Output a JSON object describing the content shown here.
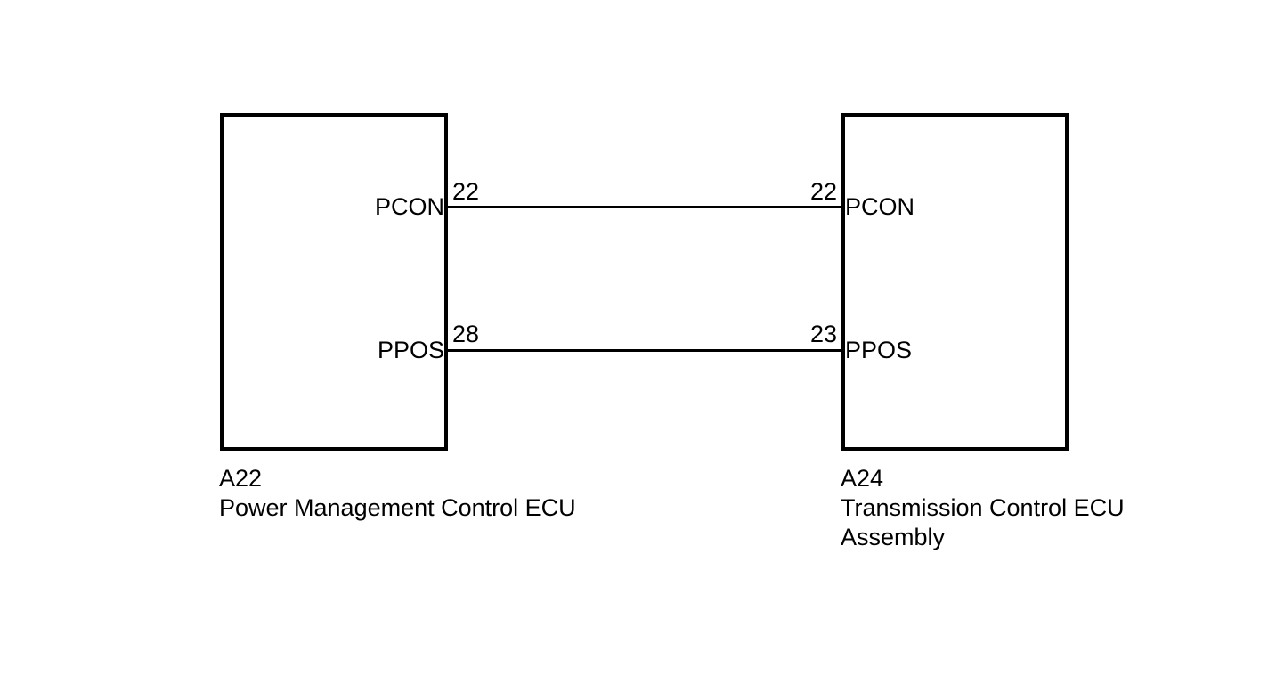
{
  "diagram": {
    "type": "wiring-connector-diagram",
    "background_color": "#ffffff",
    "line_color": "#000000"
  },
  "components": {
    "left": {
      "code": "A22",
      "name_line_1": "Power Management Control ECU",
      "terminals": [
        {
          "name": "PCON",
          "pin": "22"
        },
        {
          "name": "PPOS",
          "pin": "28"
        }
      ]
    },
    "right": {
      "code": "A24",
      "name_line_1": "Transmission Control ECU",
      "name_line_2": "Assembly",
      "terminals": [
        {
          "name": "PCON",
          "pin": "22"
        },
        {
          "name": "PPOS",
          "pin": "23"
        }
      ]
    }
  },
  "connections": [
    {
      "signal": "PCON",
      "from_pin": "22",
      "to_pin": "22"
    },
    {
      "signal": "PPOS",
      "from_pin": "28",
      "to_pin": "23"
    }
  ]
}
